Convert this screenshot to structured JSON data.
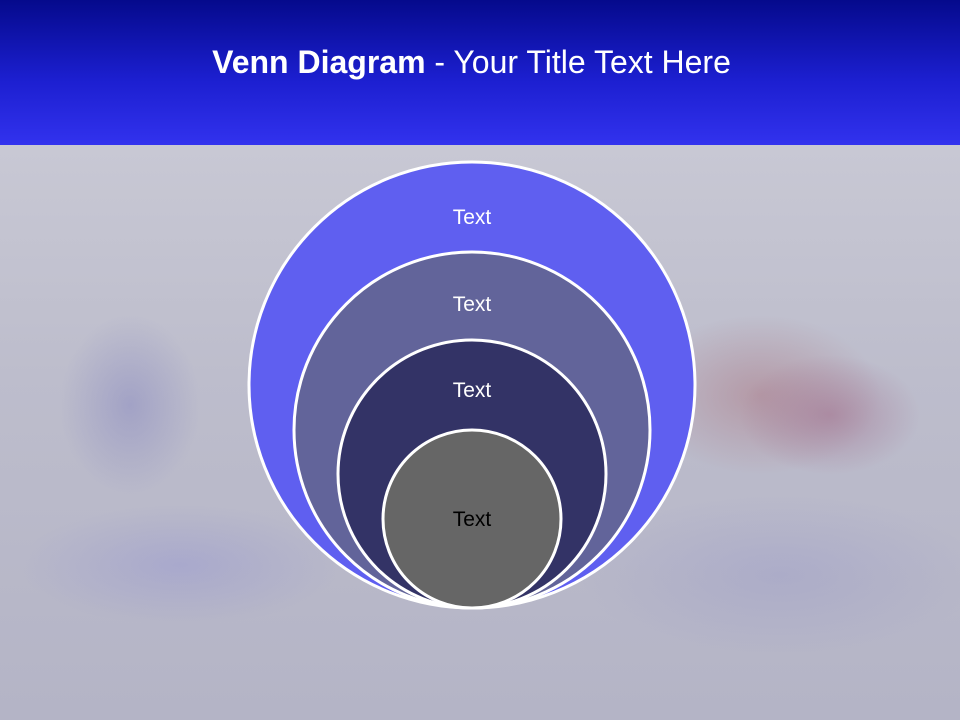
{
  "slide": {
    "title_bold": "Venn Diagram",
    "title_rest": " - Your Title Text Here"
  },
  "diagram": {
    "circles": [
      {
        "label": "Text",
        "fill": "#5f5ff0",
        "text_color": "#ffffff"
      },
      {
        "label": "Text",
        "fill": "#62649a",
        "text_color": "#ffffff"
      },
      {
        "label": "Text",
        "fill": "#333366",
        "text_color": "#ffffff"
      },
      {
        "label": "Text",
        "fill": "#666666",
        "text_color": "#000000"
      }
    ]
  },
  "colors": {
    "header_dark": "#050a8c",
    "header_light": "#3232ee",
    "circle_stroke": "#ffffff"
  }
}
